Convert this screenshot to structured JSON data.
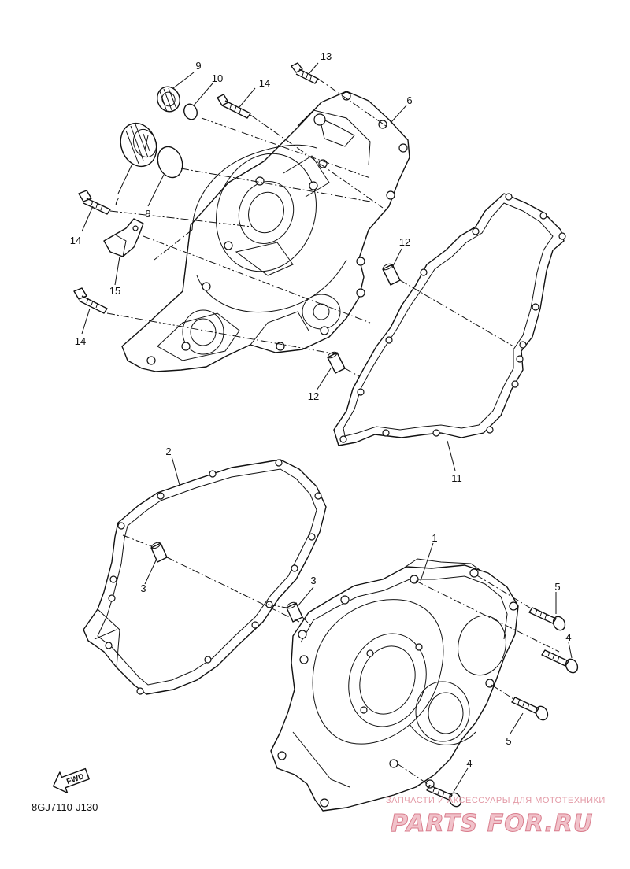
{
  "diagram": {
    "drawing_code": "8GJ7110-J130",
    "fwd_label": "FWD",
    "callouts": [
      {
        "id": "c9",
        "text": "9"
      },
      {
        "id": "c10",
        "text": "10"
      },
      {
        "id": "c13",
        "text": "13"
      },
      {
        "id": "c14a",
        "text": "14"
      },
      {
        "id": "c6",
        "text": "6"
      },
      {
        "id": "c7",
        "text": "7"
      },
      {
        "id": "c8",
        "text": "8"
      },
      {
        "id": "c14b",
        "text": "14"
      },
      {
        "id": "c15",
        "text": "15"
      },
      {
        "id": "c12a",
        "text": "12"
      },
      {
        "id": "c14c",
        "text": "14"
      },
      {
        "id": "c12b",
        "text": "12"
      },
      {
        "id": "c11",
        "text": "11"
      },
      {
        "id": "c2",
        "text": "2"
      },
      {
        "id": "c1",
        "text": "1"
      },
      {
        "id": "c3a",
        "text": "3"
      },
      {
        "id": "c3b",
        "text": "3"
      },
      {
        "id": "c5a",
        "text": "5"
      },
      {
        "id": "c4a",
        "text": "4"
      },
      {
        "id": "c5b",
        "text": "5"
      },
      {
        "id": "c4b",
        "text": "4"
      }
    ]
  },
  "watermark": {
    "tagline": "ЗАПЧАСТИ И АКСЕССУАРЫ ДЛЯ МОТОТЕХНИКИ",
    "brand": "PARTS FOR.RU"
  }
}
